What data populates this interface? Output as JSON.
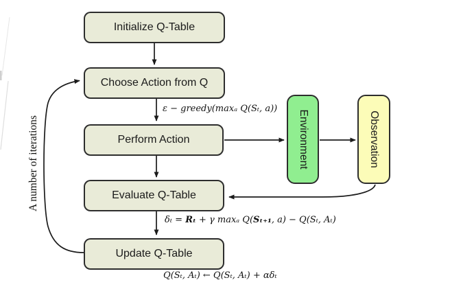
{
  "diagram": {
    "type": "flowchart",
    "topic": "Q-learning training loop"
  },
  "colors": {
    "process_fill": "#e9ebd8",
    "environment_fill": "#90ee90",
    "observation_fill": "#fcfcb8",
    "border": "#2d2d2d",
    "arrow": "#1b1b1b",
    "background": "#ffffff"
  },
  "nodes": {
    "initialize": {
      "label": "Initialize Q-Table"
    },
    "choose": {
      "label": "Choose Action from Q"
    },
    "perform": {
      "label": "Perform Action"
    },
    "evaluate": {
      "label": "Evaluate Q-Table"
    },
    "update": {
      "label": "Update Q-Table"
    },
    "environment": {
      "label": "Environment"
    },
    "observation": {
      "label": "Observation"
    }
  },
  "formulas": {
    "epsilon_greedy": "ε − greedy(maxₐ Q(Sₜ, a))",
    "delta": {
      "p1": "δₜ = ",
      "p2": "Rₜ",
      "p3": " + γ maxₐ Q(",
      "p4": "Sₜ₊₁",
      "p5": ", a) − Q(Sₜ, Aₜ)"
    },
    "q_update": "Q(Sₜ, Aₜ) ← Q(Sₜ, Aₜ) + αδₜ"
  },
  "loop": {
    "label": "A number of iterations"
  }
}
